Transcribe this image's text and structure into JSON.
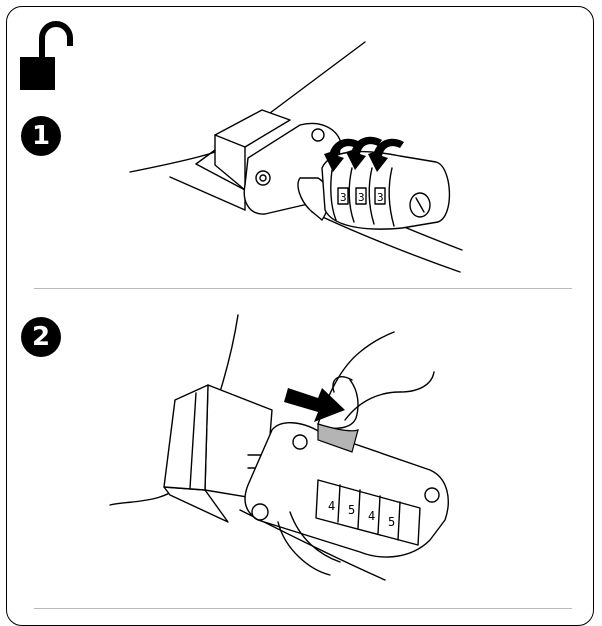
{
  "steps": [
    {
      "number": "1",
      "dial_digits": [
        "3",
        "3",
        "3"
      ]
    },
    {
      "number": "2",
      "dial_digits": [
        "4",
        "5",
        "4",
        "5"
      ]
    }
  ],
  "icons": {
    "header": "unlocked-padlock-icon",
    "step1": "combination-cable-lock-dials-icon",
    "step2": "finger-press-release-button-icon"
  },
  "colors": {
    "ink": "#000000",
    "divider": "#b9b9b9",
    "button": "#b4b4b4"
  }
}
